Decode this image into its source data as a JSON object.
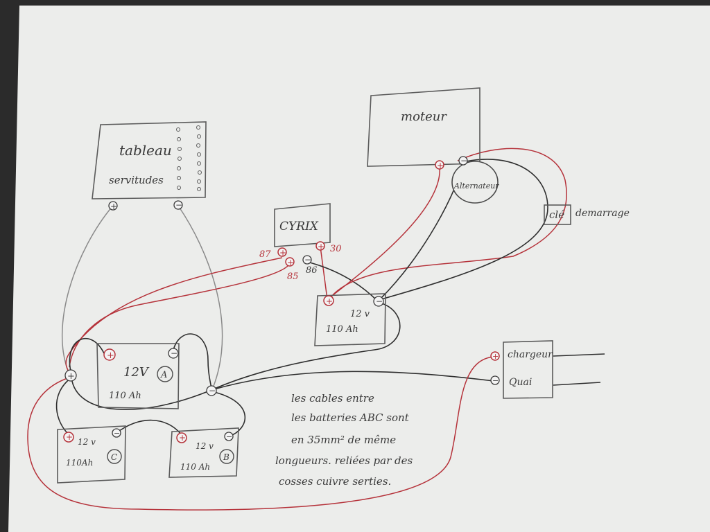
{
  "tableau": {
    "title": "tableau",
    "subtitle": "servitudes",
    "plus": "+",
    "minus": "−"
  },
  "moteur": {
    "title": "moteur"
  },
  "alternateur": {
    "label": "Alternateur",
    "plus": "+",
    "minus": "−"
  },
  "cle": {
    "label": "clé",
    "caption": "demarrage"
  },
  "cyrix": {
    "title": "CYRIX",
    "t87": "87",
    "t85": "85",
    "t86": "86",
    "t30": "30"
  },
  "battery_main": {
    "volt": "12 v",
    "cap": "110 Ah"
  },
  "battery_a": {
    "volt": "12V",
    "cap": "110 Ah",
    "id": "A"
  },
  "battery_b": {
    "volt": "12 v",
    "cap": "110 Ah",
    "id": "B"
  },
  "battery_c": {
    "volt": "12 v",
    "cap": "110Ah",
    "id": "C"
  },
  "chargeur": {
    "line1": "chargeur",
    "line2": "Quai"
  },
  "note": {
    "line1": "les cables entre",
    "line2": "les batteries ABC sont",
    "line3": "en 35mm² de même",
    "line4": "longueurs. reliées par des",
    "line5": "cosses cuivre serties."
  },
  "symbols": {
    "plus": "+",
    "minus": "−"
  },
  "colors": {
    "paper": "#ecedeb",
    "pencil": "#5a5a5a",
    "red": "#b5323a",
    "ink": "#2e2e2e"
  }
}
